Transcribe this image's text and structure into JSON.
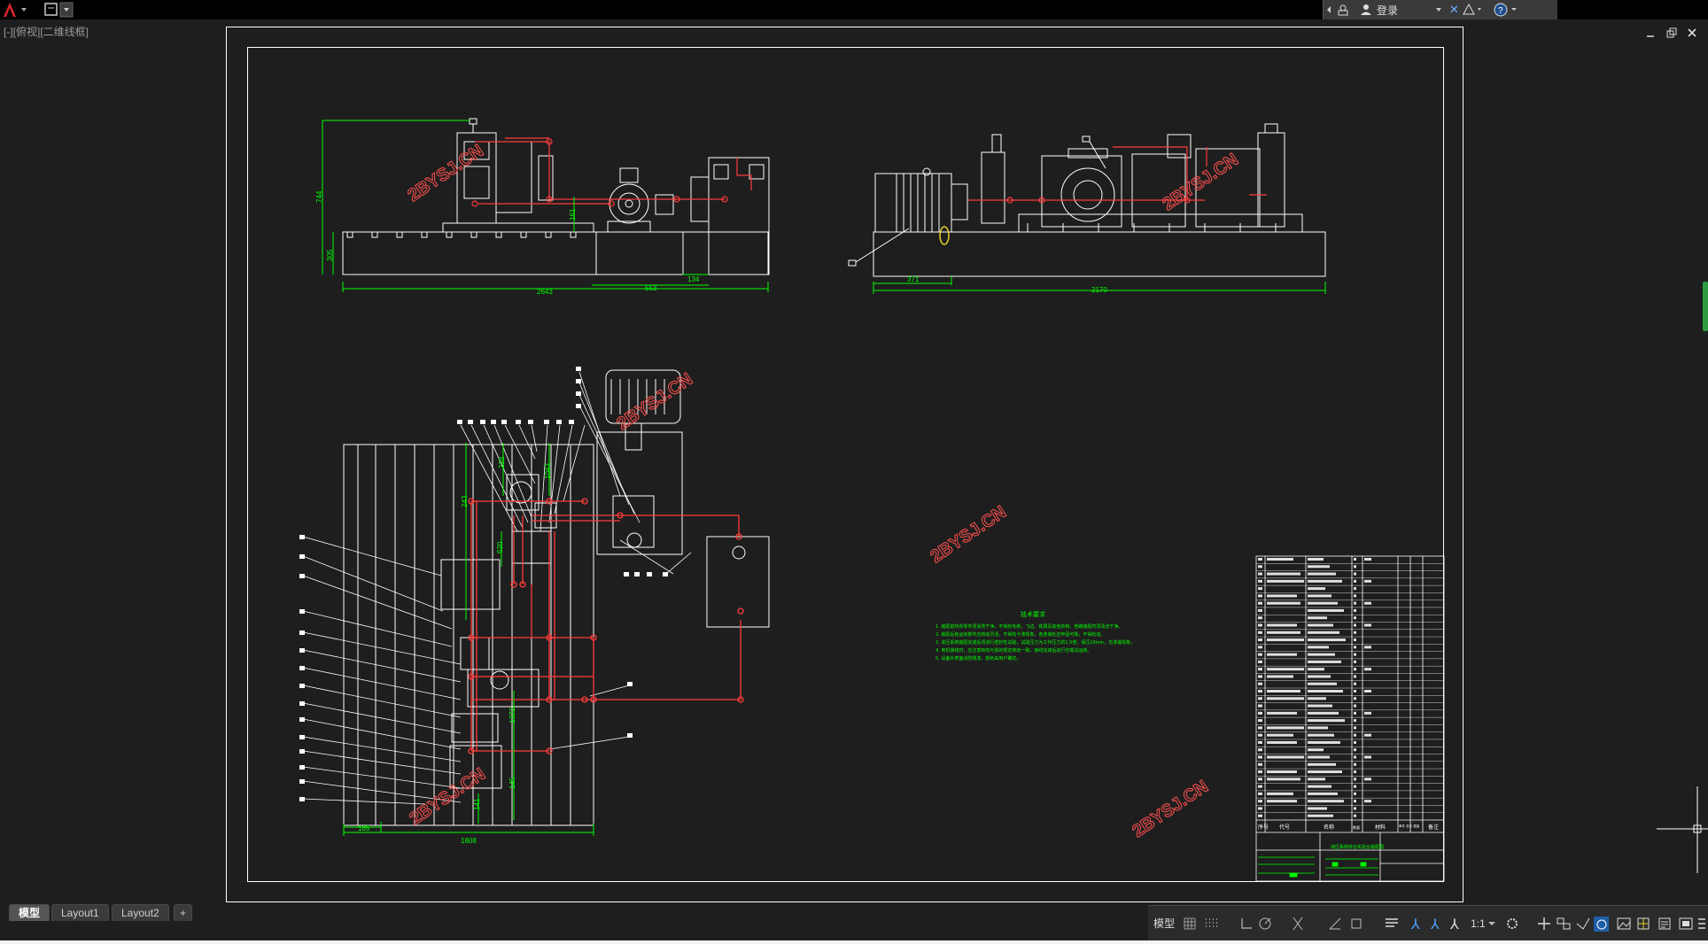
{
  "titlebar": {
    "app_menu_icon": "autocad-a-icon",
    "qat_icon": "quick-access-icon",
    "infocenter": {
      "signin_label": "登录"
    }
  },
  "viewport": {
    "label": "[-][俯视][二维线框]"
  },
  "drawing": {
    "dim_top_height": "744",
    "dim_top_base": "305",
    "dim_top_len": "2643",
    "dim_top_part": "553",
    "dim_top_part2": "134",
    "dim_top_mid": "161",
    "dim_right_left": "371",
    "dim_right_len": "2170",
    "dim_plan_width": "1808",
    "dim_plan_left": "185",
    "dim_plan_v1": "243",
    "dim_plan_v2": "228",
    "dim_plan_v3": "1043",
    "dim_plan_v4": "620",
    "dim_plan_v5": "145",
    "dim_plan_v6": "1372",
    "dim_plan_v7": "141",
    "watermark": "2BYSJ.CN",
    "tech_title": "技术要求",
    "tech_lines": [
      "1. 装配前所有零件须清洗干净，不得有毛刺、飞边、铁屑及其他杂物，管路装配时须清洁干净。",
      "2. 装配后各运动部件应转动灵活，不得有卡滞现象，各连接处应牢固可靠，不得松动。",
      "3. 液压系统装配完成后须进行密封性试验，试验压力为工作压力的1.5倍，保压10min，无渗漏现象。",
      "4. 电机接线时，应注意转向与泵的规定转向一致，接线完成后进行空载试运转。",
      "5. 设备外表面涂防锈漆，颜色由用户确定。"
    ],
    "title_block": {
      "col_seq": "序号",
      "col_code": "代号",
      "col_name": "名称",
      "col_qty": "数量",
      "col_mat": "材料",
      "col_weight": "单件 总计 重量",
      "col_note": "备注",
      "drawing_title": "液压系统综合实验台装配图"
    }
  },
  "tabs": {
    "model": "模型",
    "layout1": "Layout1",
    "layout2": "Layout2",
    "add": "+"
  },
  "statusbar": {
    "model": "模型",
    "scale": "1:1"
  },
  "colors": {
    "background": "#1e1e1e",
    "white_lines": "#ffffff",
    "red_lines": "#ff3b3b",
    "green_dims": "#00ff00",
    "watermark": "#ff5050",
    "tray": "#2b2b2b"
  }
}
